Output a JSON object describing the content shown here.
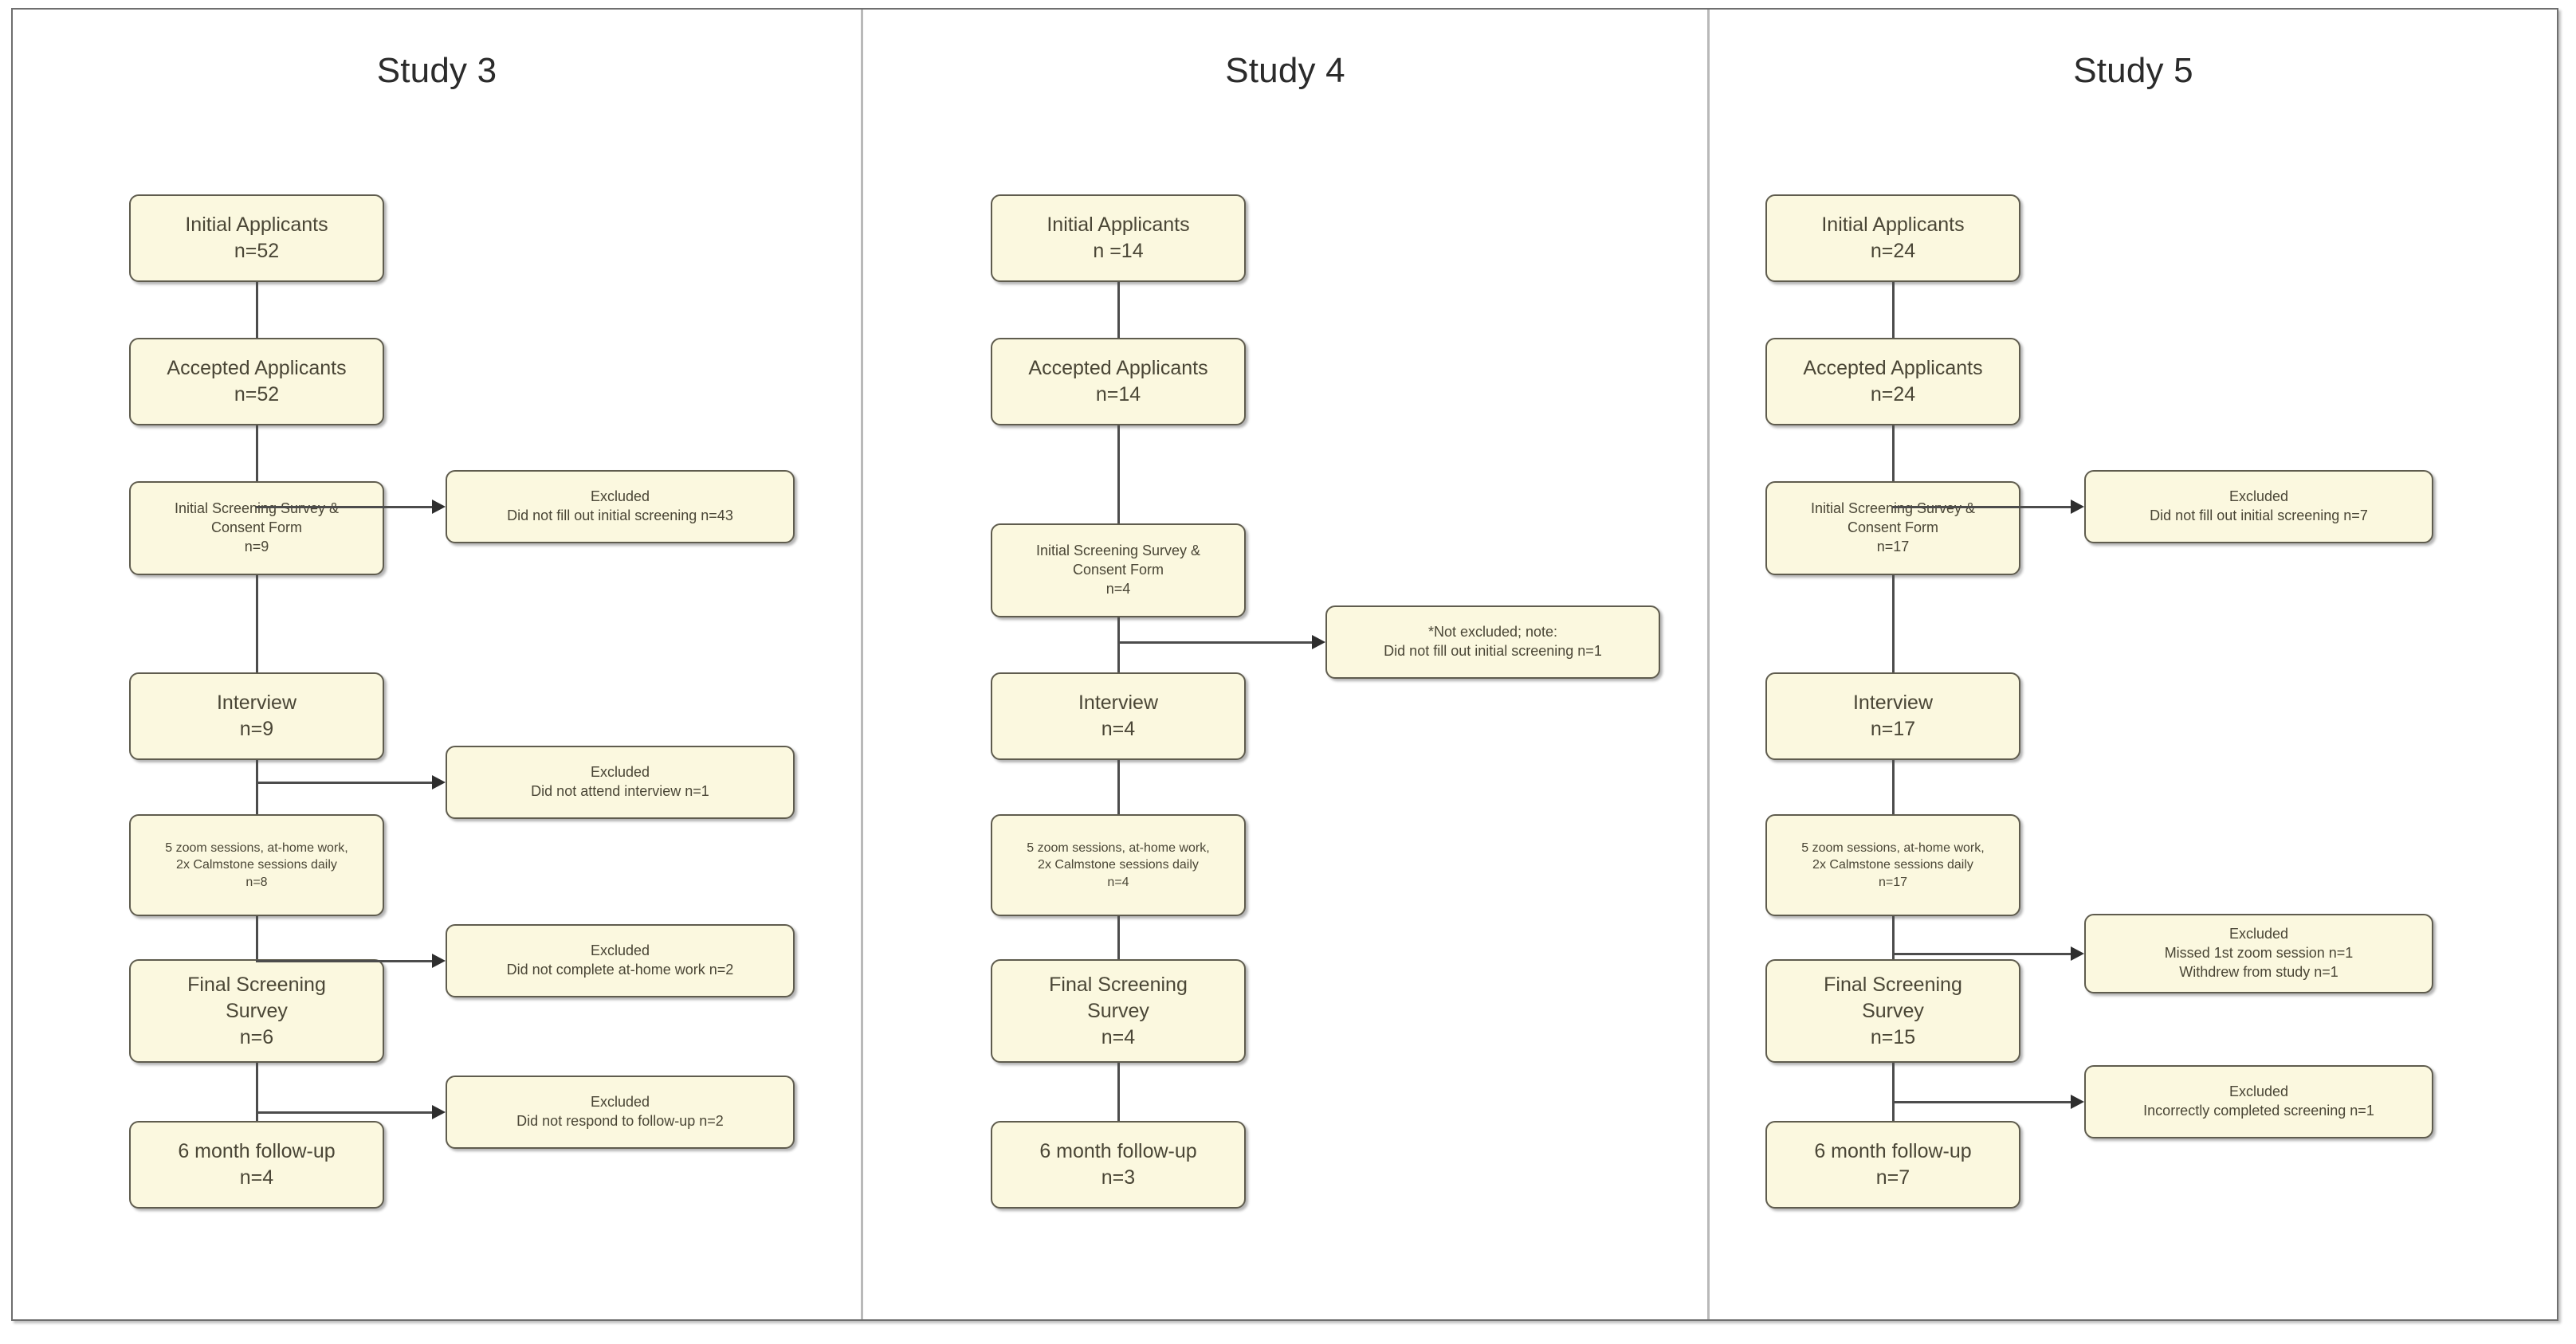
{
  "figure": {
    "type": "consort-style participant flow diagram",
    "panel_count": 3,
    "colors": {
      "node_fill": "#FBF8DF",
      "node_border": "#5F5C4E",
      "node_text": "#4A4636",
      "connector": "#4C4C4C",
      "frame_border": "#6F6F6F",
      "divider": "#B9B9B9",
      "page_background": "#FFFFFF",
      "title_text": "#2B2B2B"
    }
  },
  "columns": [
    {
      "title": "Study 3",
      "nodes": [
        {
          "id": "s3-initial",
          "label": "Initial Applicants\nn=52"
        },
        {
          "id": "s3-accepted",
          "label": "Accepted Applicants\nn=52"
        },
        {
          "id": "s3-screening",
          "label": "Initial Screening Survey &\nConsent Form\nn=9"
        },
        {
          "id": "s3-interview",
          "label": "Interview\nn=9"
        },
        {
          "id": "s3-sessions",
          "label": "5 zoom sessions, at-home work,\n2x Calmstone sessions daily\nn=8"
        },
        {
          "id": "s3-final",
          "label": "Final Screening\nSurvey\nn=6"
        },
        {
          "id": "s3-followup",
          "label": "6 month follow-up\nn=4"
        }
      ],
      "side_nodes": [
        {
          "id": "s3-ex1",
          "label": "Excluded\nDid not fill out initial screening n=43"
        },
        {
          "id": "s3-ex2",
          "label": "Excluded\nDid not attend interview n=1"
        },
        {
          "id": "s3-ex3",
          "label": "Excluded\nDid not complete at-home work n=2"
        },
        {
          "id": "s3-ex4",
          "label": "Excluded\nDid not respond to follow-up n=2"
        }
      ]
    },
    {
      "title": "Study 4",
      "nodes": [
        {
          "id": "s4-initial",
          "label": "Initial Applicants\nn =14"
        },
        {
          "id": "s4-accepted",
          "label": "Accepted Applicants\nn=14"
        },
        {
          "id": "s4-screening",
          "label": "Initial Screening Survey &\nConsent Form\nn=4"
        },
        {
          "id": "s4-interview",
          "label": "Interview\nn=4"
        },
        {
          "id": "s4-sessions",
          "label": "5 zoom sessions, at-home work,\n2x Calmstone sessions daily\nn=4"
        },
        {
          "id": "s4-final",
          "label": "Final Screening\nSurvey\nn=4"
        },
        {
          "id": "s4-followup",
          "label": "6 month follow-up\nn=3"
        }
      ],
      "side_nodes": [
        {
          "id": "s4-note1",
          "label": "*Not excluded; note:\nDid not fill out initial screening n=1"
        }
      ]
    },
    {
      "title": "Study 5",
      "nodes": [
        {
          "id": "s5-initial",
          "label": "Initial Applicants\nn=24"
        },
        {
          "id": "s5-accepted",
          "label": "Accepted Applicants\nn=24"
        },
        {
          "id": "s5-screening",
          "label": "Initial Screening Survey &\nConsent Form\nn=17"
        },
        {
          "id": "s5-interview",
          "label": "Interview\nn=17"
        },
        {
          "id": "s5-sessions",
          "label": "5 zoom sessions, at-home work,\n2x Calmstone sessions daily\nn=17"
        },
        {
          "id": "s5-final",
          "label": "Final Screening\nSurvey\nn=15"
        },
        {
          "id": "s5-followup",
          "label": "6 month follow-up\nn=7"
        }
      ],
      "side_nodes": [
        {
          "id": "s5-ex1",
          "label": "Excluded\nDid not fill out initial screening n=7"
        },
        {
          "id": "s5-ex2",
          "label": "Excluded\nMissed 1st zoom session n=1\nWithdrew from study n=1"
        },
        {
          "id": "s5-ex3",
          "label": "Excluded\nIncorrectly completed screening n=1"
        }
      ]
    }
  ]
}
